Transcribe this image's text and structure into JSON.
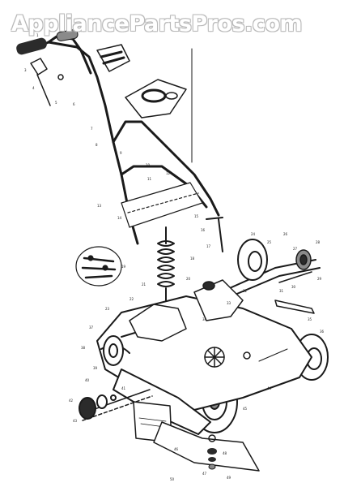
{
  "watermark": {
    "text": "AppliancePartsPros.com"
  },
  "colors": {
    "ink": "#1a1a1a",
    "paper": "#ffffff",
    "shade": "#8a8a8a",
    "dark": "#2b2b2b",
    "watermark_outline": "#b9b9b9"
  },
  "callouts": [
    "1",
    "2",
    "3",
    "4",
    "5",
    "6",
    "7",
    "8",
    "9",
    "10",
    "11",
    "12",
    "13",
    "14",
    "15",
    "16",
    "17",
    "18",
    "19",
    "20",
    "21",
    "22",
    "23",
    "24",
    "25",
    "26",
    "27",
    "28",
    "29",
    "30",
    "31",
    "32",
    "33",
    "34",
    "35",
    "36",
    "37",
    "38",
    "39",
    "40",
    "41",
    "42",
    "43",
    "44",
    "45",
    "46",
    "47",
    "48",
    "49",
    "50"
  ]
}
